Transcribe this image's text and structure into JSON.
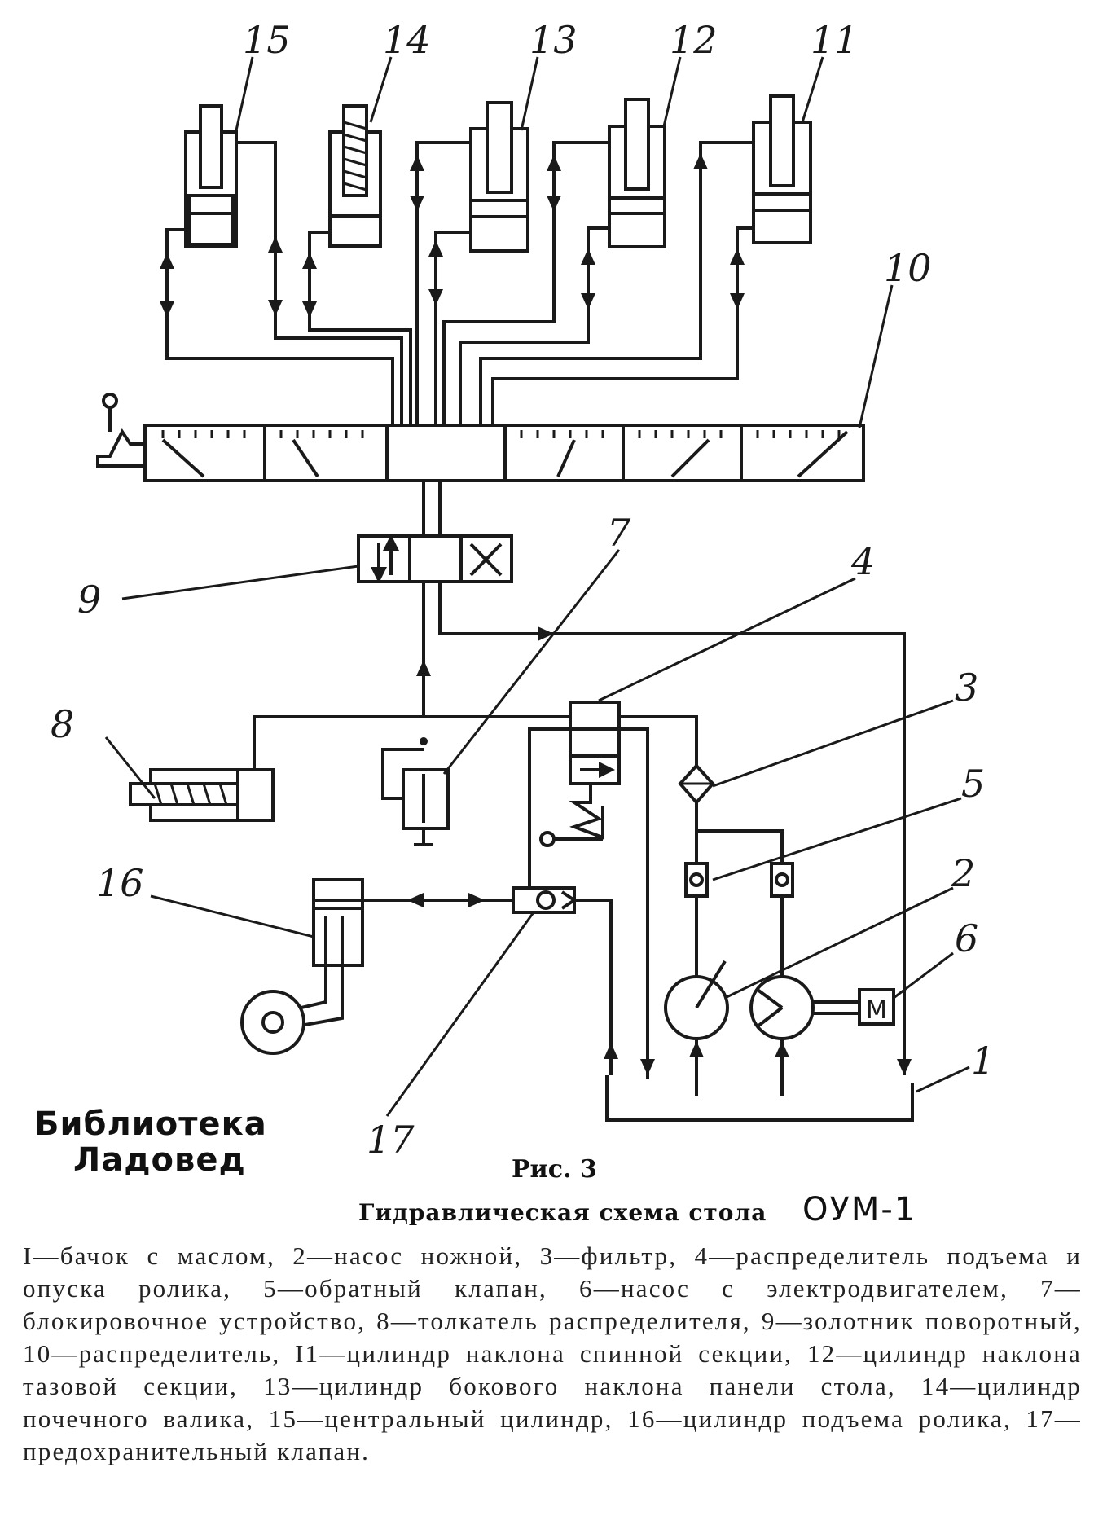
{
  "labels": {
    "n1": "1",
    "n2": "2",
    "n3": "3",
    "n4": "4",
    "n5": "5",
    "n6": "6",
    "n7": "7",
    "n8": "8",
    "n9": "9",
    "n10": "10",
    "n11": "11",
    "n12": "12",
    "n13": "13",
    "n14": "14",
    "n15": "15",
    "n16": "16",
    "n17": "17"
  },
  "motor_letter": "M",
  "watermark": {
    "line1": "Библиотека",
    "line2": "Ладовед"
  },
  "figure": {
    "number": "Рис. 3",
    "title": "Гидравлическая схема стола",
    "model": "ОУМ-1"
  },
  "legend": "I—бачок с маслом, 2—насос ножной, 3—фильтр, 4—распределитель подъема и опуска ролика, 5—обратный клапан, 6—насос с электродвигателем, 7—блокировочное устройство, 8—толкатель распределителя, 9—золотник поворотный, 10—распределитель, I1—цилиндр наклона спинной секции, 12—цилиндр наклона тазовой секции, 13—цилиндр бокового наклона панели стола, 14—цилиндр почечного валика, 15—центральный цилиндр, 16—цилиндр подъема ролика, 17—предохранительный клапан."
}
